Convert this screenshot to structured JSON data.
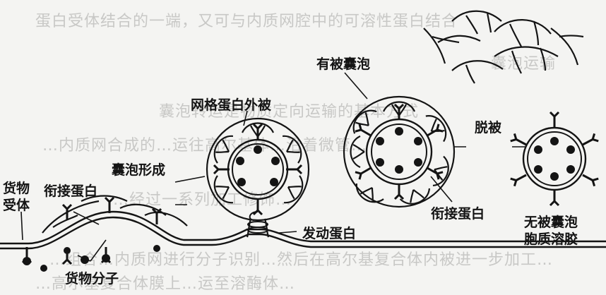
{
  "background_text": {
    "line_top": "蛋白受体结合的一端，又可与内质网腔中的可溶性蛋白结合",
    "line_heading": "囊泡运输",
    "line_1": "囊泡转运是物质定向运输的基本方式",
    "line_2": "…内质网合成的…运往高尔基体…沿着微管…",
    "line_3": "…经过一系列加工修饰…",
    "line_4": "…组合…内质网进行分子识别…然后在高尔基复合体内被进一步加工…",
    "line_5": "…高尔基复合体膜上…运至溶酶体…"
  },
  "labels": {
    "coated_vesicle": "有被囊泡",
    "clathrin_coat": "网格蛋白外被",
    "uncoating": "脱被",
    "vesicle_formation": "囊泡形成",
    "cargo_receptor_line1": "货物",
    "cargo_receptor_line2": "受体",
    "adaptin_left": "衔接蛋白",
    "adaptin_right": "衔接蛋白",
    "uncoated_vesicle": "无被囊泡",
    "cytosol": "胞质溶胶",
    "dynamin": "发动蛋白",
    "cargo_molecules": "货物分子"
  },
  "colors": {
    "ink": "#141414",
    "paper": "#f4f4f2",
    "ghost_text": "#c8c8c6"
  }
}
